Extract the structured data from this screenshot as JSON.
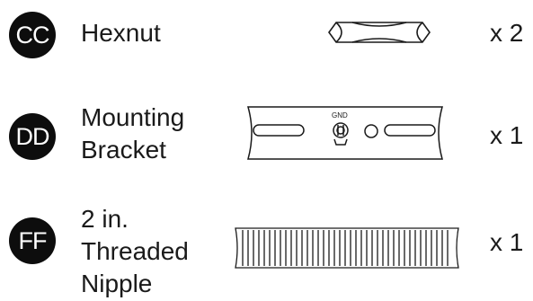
{
  "parts": [
    {
      "id": "CC",
      "name": "Hexnut",
      "quantity": "x 2",
      "icon": "hexnut-icon"
    },
    {
      "id": "DD",
      "name": "Mounting\nBracket",
      "quantity": "x 1",
      "icon": "mounting-bracket-icon",
      "marking": "GND"
    },
    {
      "id": "FF",
      "name": "2 in.\nThreaded\nNipple",
      "quantity": "x 1",
      "icon": "threaded-nipple-icon"
    }
  ],
  "colors": {
    "badge_background": "#0d0d0d",
    "badge_text": "#ffffff",
    "line_art": "#1a1a1a"
  }
}
